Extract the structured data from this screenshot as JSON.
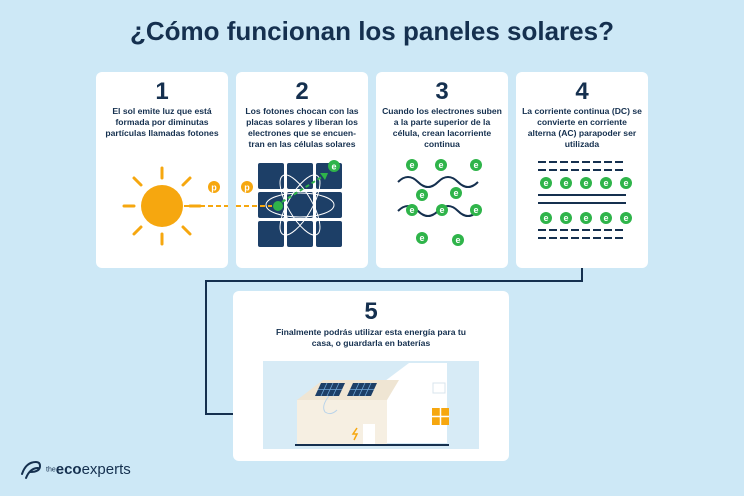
{
  "title": "¿Cómo funcionan los paneles solares?",
  "steps": [
    {
      "number": "1",
      "text": "El sol emite luz que está formada por diminutas partículas llamadas fotones"
    },
    {
      "number": "2",
      "text": "Los fotones chocan con las placas solares y liberan los electrones que se encuen-tran en las células solares"
    },
    {
      "number": "3",
      "text": "Cuando los electrones suben a la parte superior de la célula, crean lacorriente continua"
    },
    {
      "number": "4",
      "text": "La corriente continua (DC) se convierte en corriente alterna (AC) parapoder ser utilizada"
    },
    {
      "number": "5",
      "text": "Finalmente podrás utilizar esta energía para tu casa, o guardarla en baterías"
    }
  ],
  "particle_labels": {
    "photon": "p",
    "electron": "e"
  },
  "logo": {
    "prefix": "the",
    "brand_bold": "eco",
    "brand_rest": "experts"
  },
  "colors": {
    "background": "#cde8f6",
    "navy": "#15304f",
    "sun": "#f6a70f",
    "electron": "#2fb44a",
    "panel": "#1d3f67"
  },
  "icons": [
    "sun-icon",
    "solar-cell-icon",
    "electron-wave-icon",
    "current-lines-icon",
    "house-icon",
    "connector-arrow-icon",
    "ecoexperts-logo-icon"
  ]
}
